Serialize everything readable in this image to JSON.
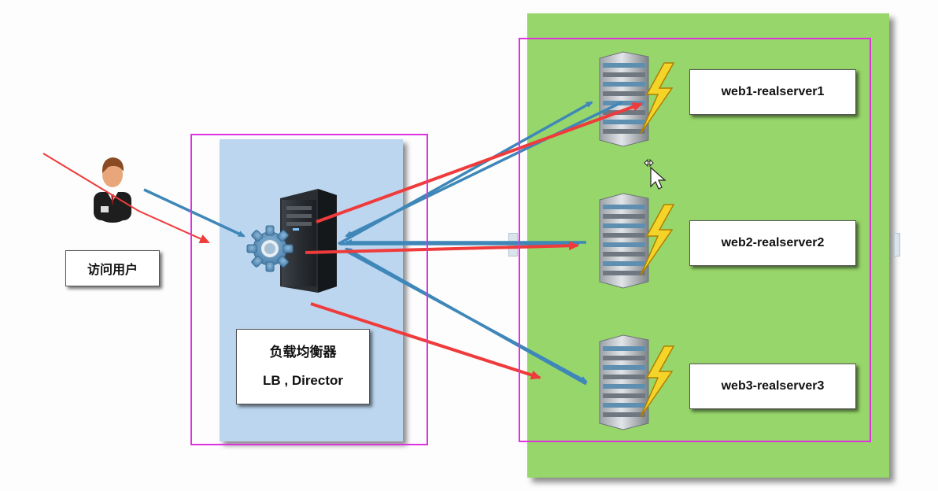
{
  "user": {
    "label": "访问用户"
  },
  "director": {
    "label_line1": "负载均衡器",
    "label_line2": "LB , Director"
  },
  "servers": [
    {
      "label": "web1-realserver1"
    },
    {
      "label": "web2-realserver2"
    },
    {
      "label": "web3-realserver3"
    }
  ],
  "colors": {
    "lb_panel": "#bcd6ef",
    "server_panel": "#97d66a",
    "frame": "#dd33dd",
    "blue_arrow": "#3f87b8",
    "red_arrow": "#ef3b3b"
  }
}
